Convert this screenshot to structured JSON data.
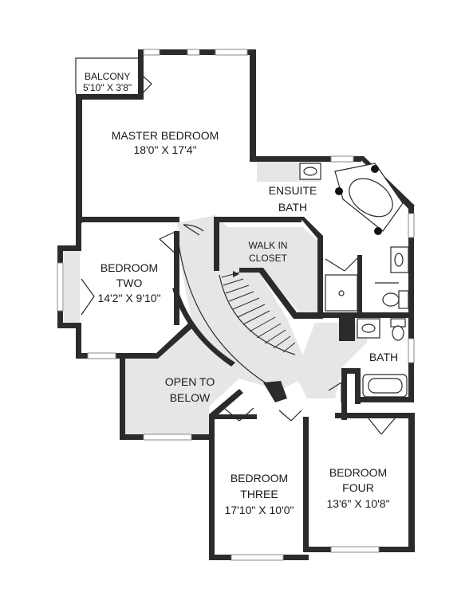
{
  "rooms": {
    "balcony": {
      "name": "BALCONY",
      "size": "5'10\" X 3'8\""
    },
    "master": {
      "name": "MASTER BEDROOM",
      "size": "18'0\" X 17'4\""
    },
    "ensuite": {
      "line1": "ENSUITE",
      "line2": "BATH"
    },
    "closet": {
      "line1": "WALK IN",
      "line2": "CLOSET"
    },
    "bedroom2": {
      "line1": "BEDROOM",
      "line2": "TWO",
      "size": "14'2\" X 9'10\""
    },
    "open": {
      "line1": "OPEN TO",
      "line2": "BELOW"
    },
    "bath": {
      "name": "BATH"
    },
    "bedroom3": {
      "line1": "BEDROOM",
      "line2": "THREE",
      "size": "17'10\" X 10'0\""
    },
    "bedroom4": {
      "line1": "BEDROOM",
      "line2": "FOUR",
      "size": "13'6\" X 10'8\""
    }
  },
  "colors": {
    "wall": "#2b2b2b",
    "hall": "#e6e6e6",
    "window": "#8a8a8a",
    "background": "#ffffff"
  }
}
